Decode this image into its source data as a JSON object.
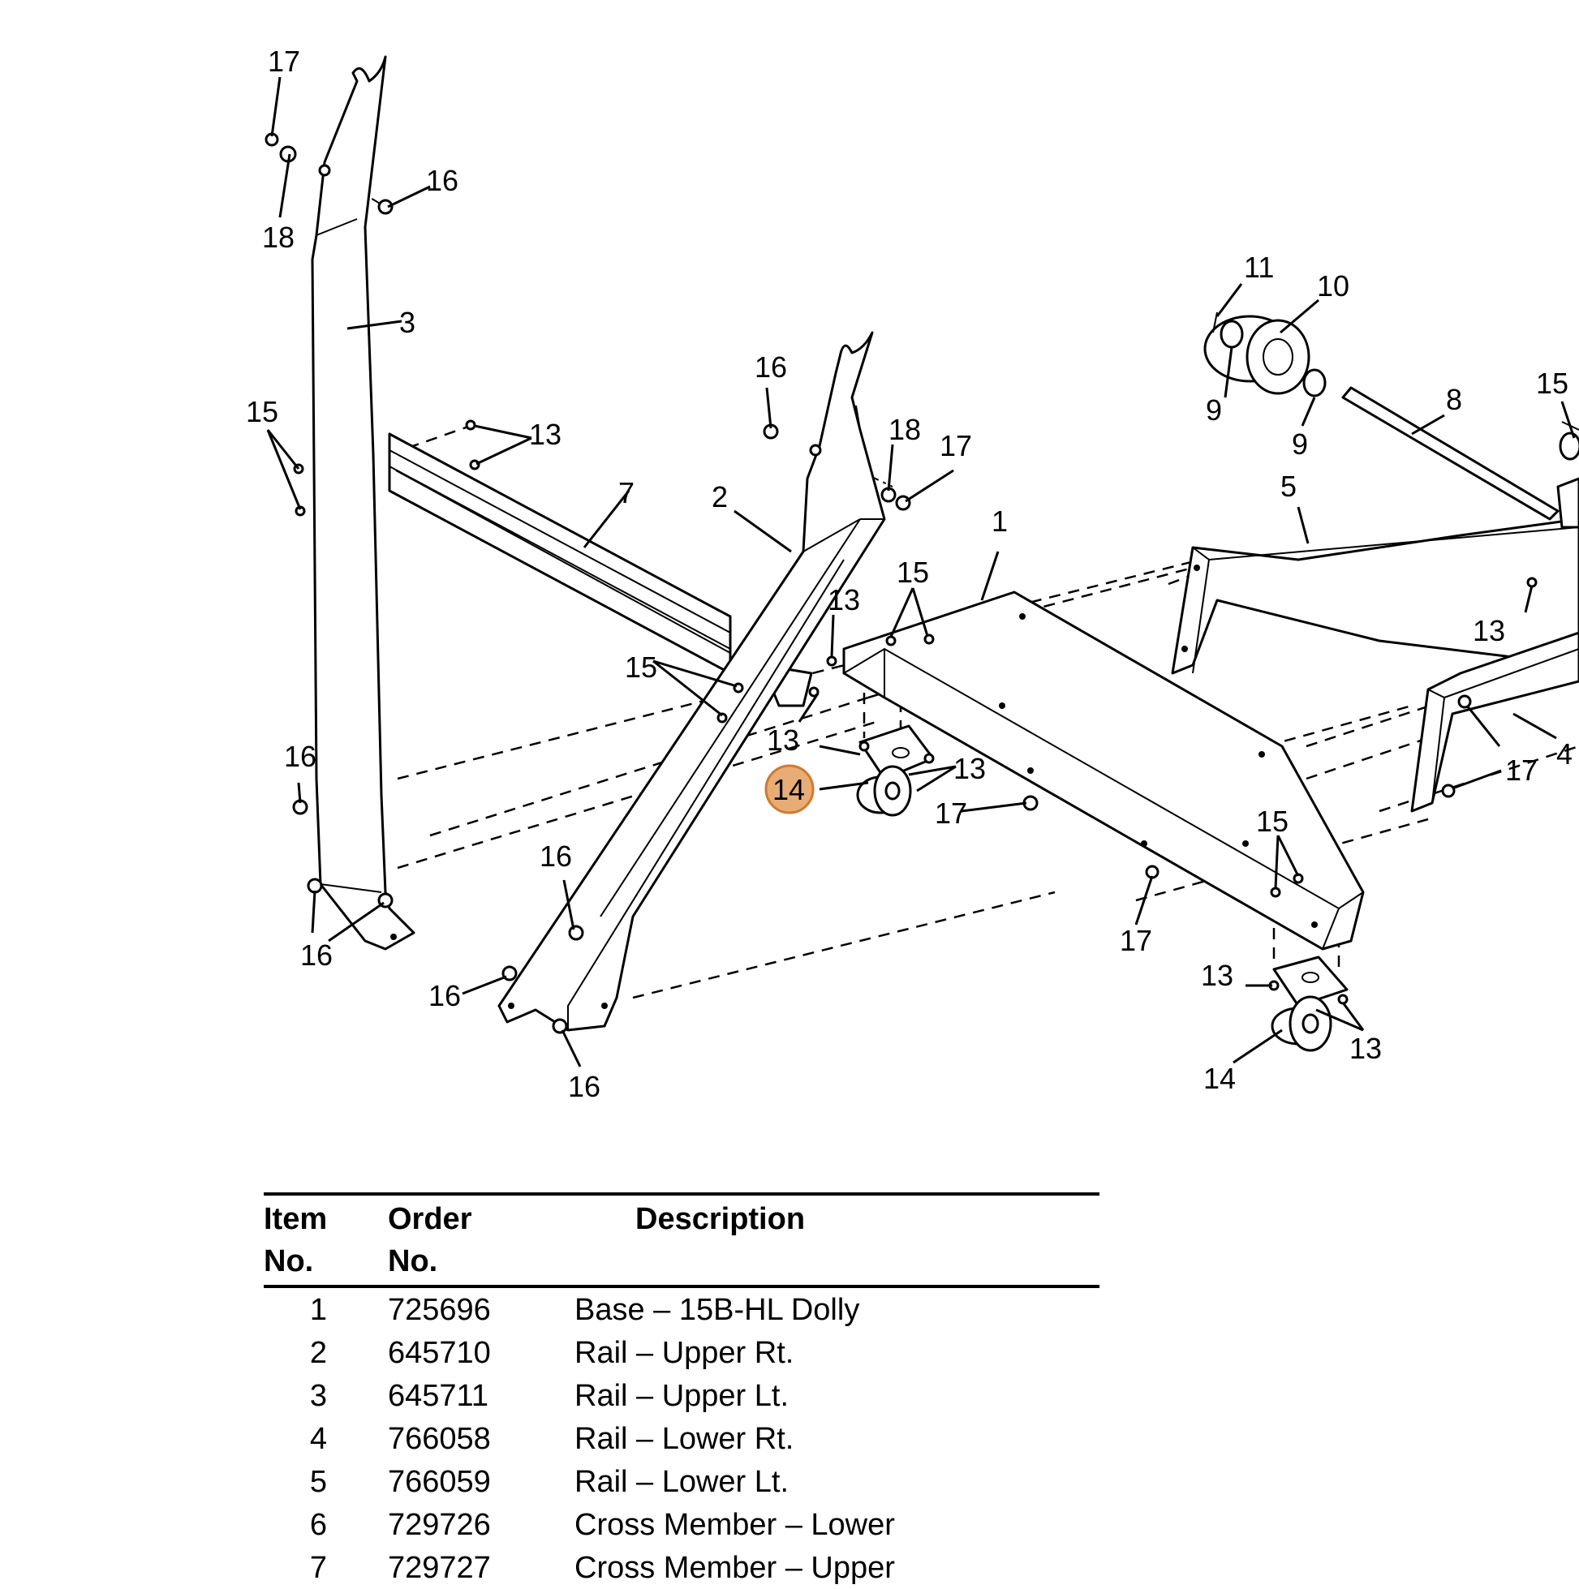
{
  "callouts": {
    "c17_top": "17",
    "c16_top": "16",
    "c18_top": "18",
    "c3": "3",
    "c15_left": "15",
    "c13_upper": "13",
    "c7": "7",
    "c16_mid": "16",
    "c2": "2",
    "c18_mid": "18",
    "c17_mid": "17",
    "c11": "11",
    "c10": "10",
    "c9_left": "9",
    "c9_right": "9",
    "c8": "8",
    "c15_right": "15",
    "c5": "5",
    "c1": "1",
    "c15_base": "15",
    "c13_a": "13",
    "c13_right": "13",
    "c15_center": "15",
    "c13_b": "13",
    "c13_c": "13",
    "c14_highlight": "14",
    "c17_c": "17",
    "c17_right": "17",
    "c4": "4",
    "c16_left": "16",
    "c16_leftlow": "16",
    "c16_center": "16",
    "c16_bottom": "16",
    "c16_bottom2": "16",
    "c15_lower": "15",
    "c17_low": "17",
    "c13_lowerleft": "13",
    "c13_lowerright": "13",
    "c14_lower": "14"
  },
  "highlight_color": "#e0904a",
  "table": {
    "headers": {
      "item_line1": "Item",
      "item_line2": "No.",
      "order_line1": "Order",
      "order_line2": "No.",
      "description": "Description"
    },
    "rows": [
      {
        "item": "1",
        "order": "725696",
        "description": "Base – 15B-HL Dolly"
      },
      {
        "item": "2",
        "order": "645710",
        "description": "Rail – Upper Rt."
      },
      {
        "item": "3",
        "order": "645711",
        "description": "Rail – Upper Lt."
      },
      {
        "item": "4",
        "order": "766058",
        "description": "Rail – Lower Rt."
      },
      {
        "item": "5",
        "order": "766059",
        "description": "Rail – Lower Lt."
      },
      {
        "item": "6",
        "order": "729726",
        "description": "Cross Member – Lower"
      },
      {
        "item": "7",
        "order": "729727",
        "description": "Cross Member – Upper"
      }
    ]
  }
}
